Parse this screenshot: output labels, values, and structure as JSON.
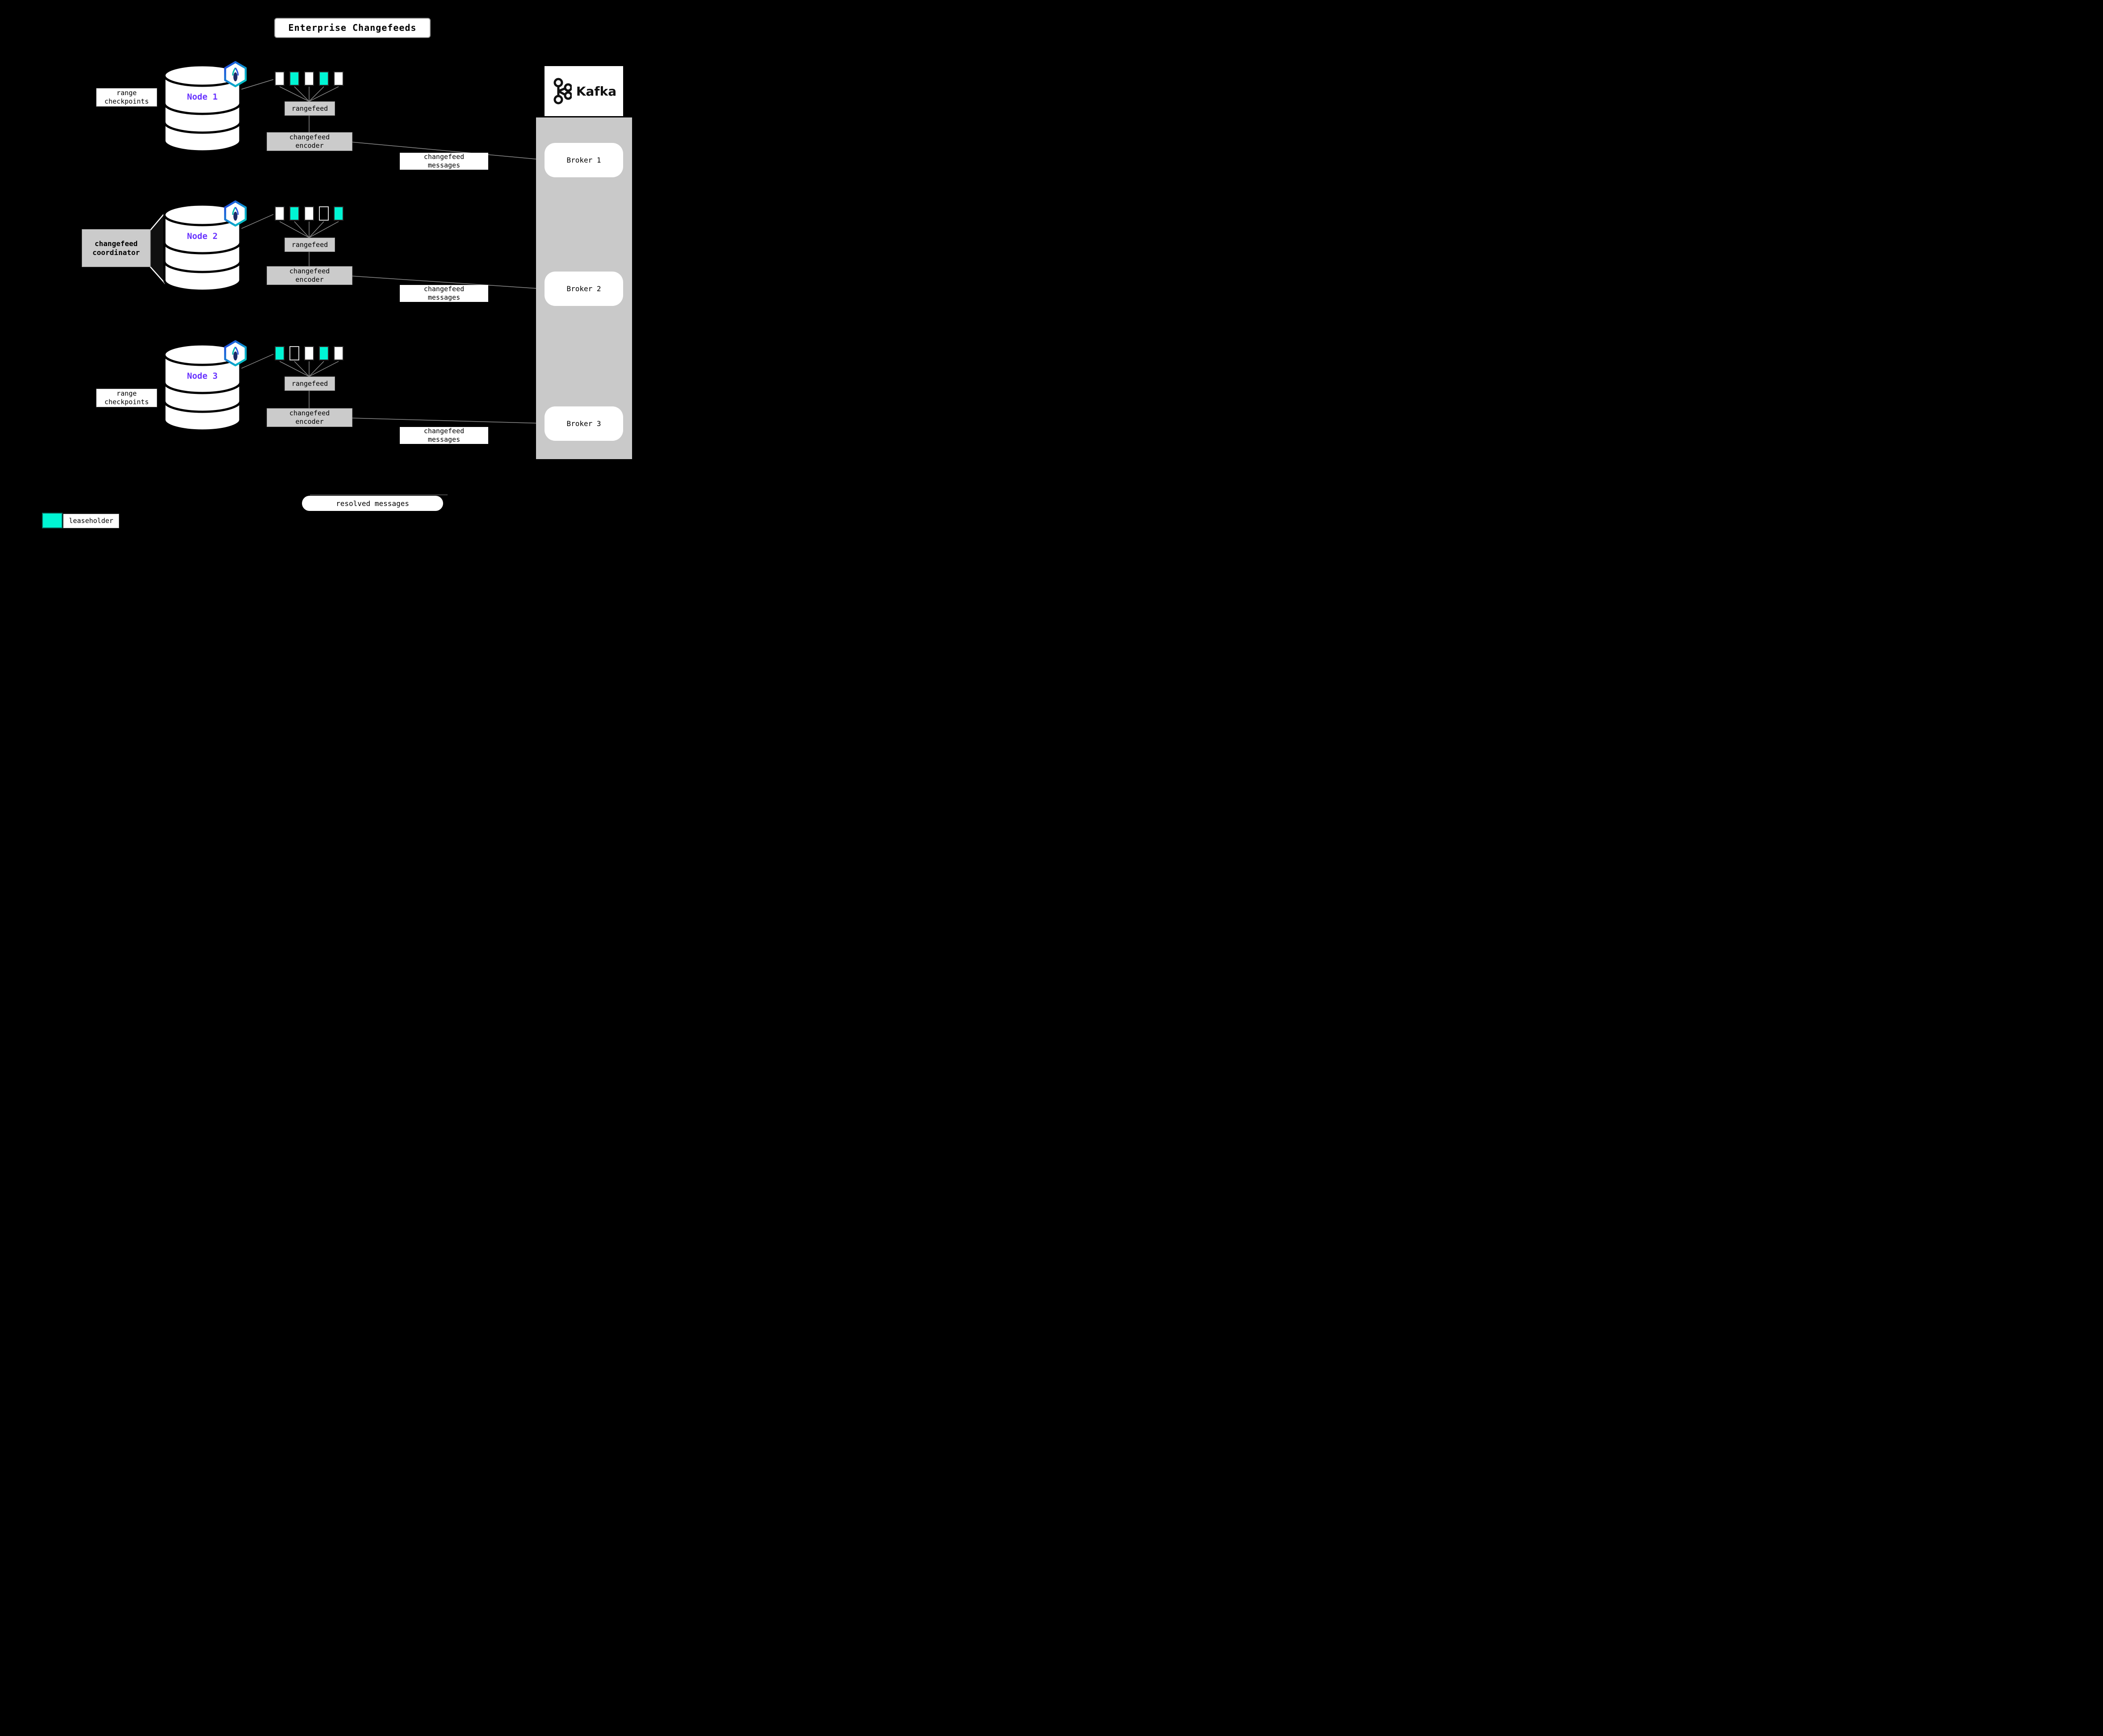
{
  "title": "Enterprise Changefeeds",
  "colors": {
    "leaseholder": "#00f5d4",
    "node_label": "#6933ff",
    "box_gray": "#cbcbcb",
    "panel_gray": "#c9c9c9"
  },
  "legend": {
    "label": "leaseholder"
  },
  "resolved_pill": "resolved messages",
  "messages": {
    "line1": "changefeed",
    "line2": "messages"
  },
  "kafka": {
    "label": "Kafka",
    "brokers": [
      {
        "label": "Broker 1"
      },
      {
        "label": "Broker 2"
      },
      {
        "label": "Broker 3"
      }
    ]
  },
  "nodes": [
    {
      "label": "Node 1",
      "side_label": {
        "line1": "range",
        "line2": "checkpoints"
      },
      "rangefeed": "rangefeed",
      "encoder": {
        "line1": "changefeed",
        "line2": "encoder"
      },
      "ranges": [
        "follower",
        "leaseholder",
        "follower",
        "leaseholder",
        "follower"
      ]
    },
    {
      "label": "Node 2",
      "side_label": {
        "line1": "changefeed",
        "line2": "coordinator"
      },
      "rangefeed": "rangefeed",
      "encoder": {
        "line1": "changefeed",
        "line2": "encoder"
      },
      "ranges": [
        "follower",
        "leaseholder",
        "follower",
        "empty",
        "leaseholder"
      ]
    },
    {
      "label": "Node 3",
      "side_label": {
        "line1": "range",
        "line2": "checkpoints"
      },
      "rangefeed": "rangefeed",
      "encoder": {
        "line1": "changefeed",
        "line2": "encoder"
      },
      "ranges": [
        "leaseholder",
        "empty",
        "follower",
        "leaseholder",
        "follower"
      ]
    }
  ]
}
